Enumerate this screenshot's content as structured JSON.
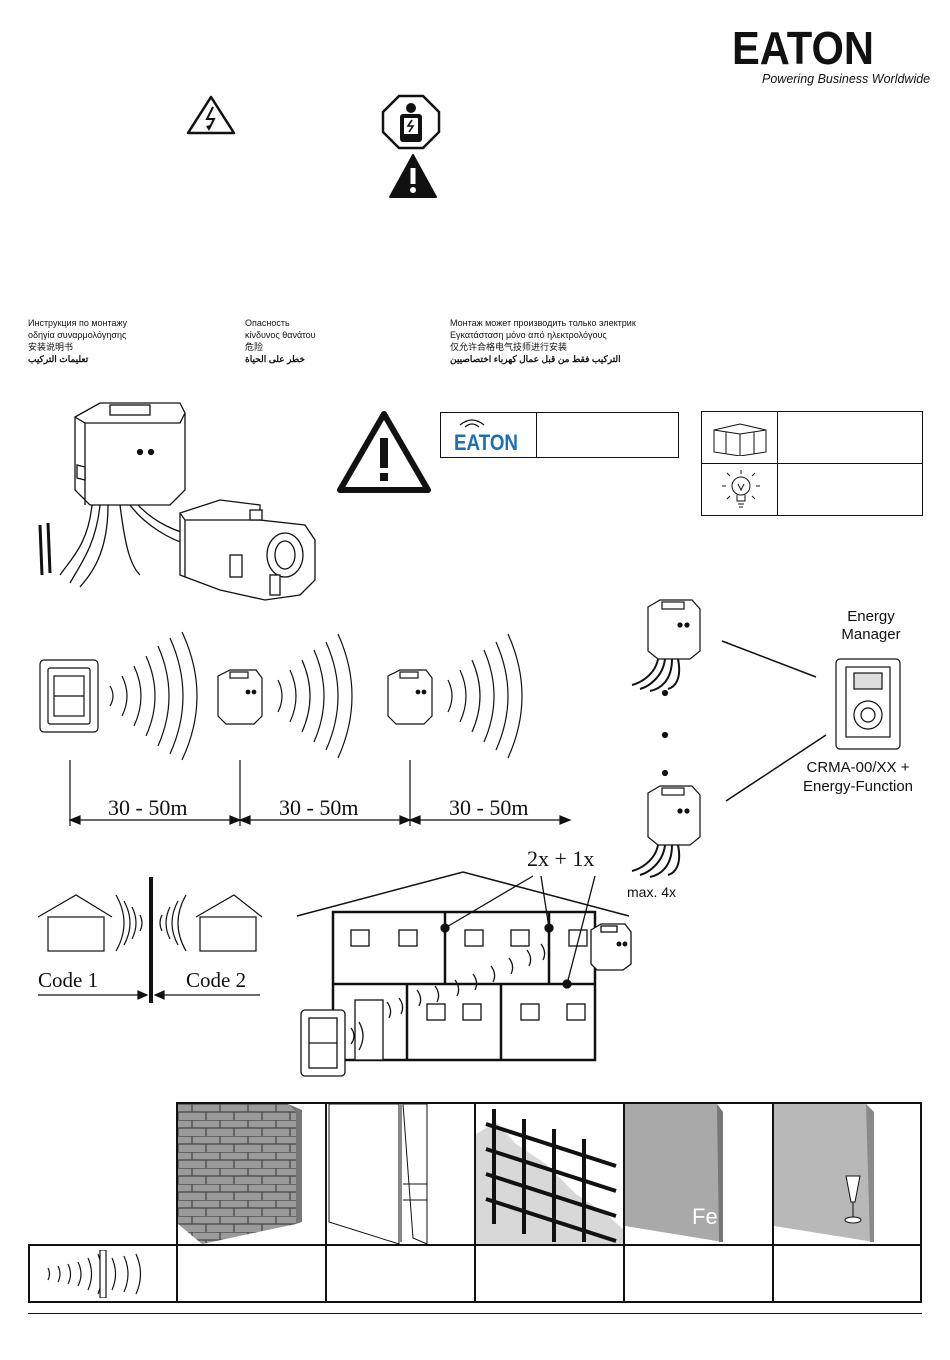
{
  "brand": {
    "name": "EATON",
    "tagline": "Powering Business Worldwide",
    "small_logo": "EATON"
  },
  "icons": [
    "high-voltage-warning-icon",
    "electrician-icon",
    "caution-icon",
    "wireless-icon",
    "package-icon",
    "light-bulb-icon"
  ],
  "languages": {
    "col1": [
      "Инструкция по монтажу",
      "οδηγία συναρμολόγησης",
      "安装说明书",
      "تعليمات التركيب"
    ],
    "col2": [
      "Опасность",
      "κίνδυνος θανάτου",
      "危险",
      "خطر على الحياة"
    ],
    "col3": [
      "Монтаж может производить только электрик",
      "Εγκατάσταση μόνο από ηλεκτρολόγους",
      "仅允许合格电气技师进行安装",
      "التركيب فقط من قبل عمال كهرباء اختصاصيين"
    ]
  },
  "range": {
    "distances": [
      "30 - 50m",
      "30 - 50m",
      "30 - 50m"
    ]
  },
  "energy_manager": {
    "title_line1": "Energy",
    "title_line2": "Manager",
    "model_line1": "CRMA-00/XX +",
    "model_line2": "Energy-Function",
    "max_label": "max. 4x"
  },
  "codes": {
    "left": "Code 1",
    "right": "Code 2"
  },
  "house": {
    "repeater_label": "2x + 1x"
  },
  "materials": {
    "iron_label": "Fe"
  }
}
